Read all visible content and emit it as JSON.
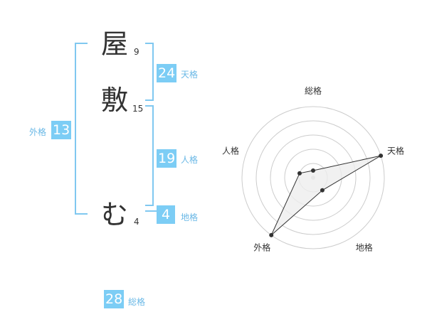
{
  "name_chars": [
    {
      "char": "屋",
      "strokes": "9"
    },
    {
      "char": "敷",
      "strokes": "15"
    },
    {
      "char": "む",
      "strokes": "4"
    }
  ],
  "fortunes": {
    "tenkaku": {
      "value": "24",
      "label": "天格"
    },
    "jinkaku": {
      "value": "19",
      "label": "人格"
    },
    "chikaku": {
      "value": "4",
      "label": "地格"
    },
    "gaikaku": {
      "value": "13",
      "label": "外格"
    },
    "soukaku": {
      "value": "28",
      "label": "総格"
    }
  },
  "chart_data": {
    "type": "radar",
    "axes": [
      "総格",
      "天格",
      "地格",
      "外格",
      "人格"
    ],
    "values": [
      0.1,
      1.0,
      0.22,
      1.0,
      0.2
    ],
    "colors": {
      "ring": "#cccccc",
      "fill": "#eeeeee",
      "line": "#333333",
      "point": "#333333",
      "center": "#cccccc"
    }
  }
}
